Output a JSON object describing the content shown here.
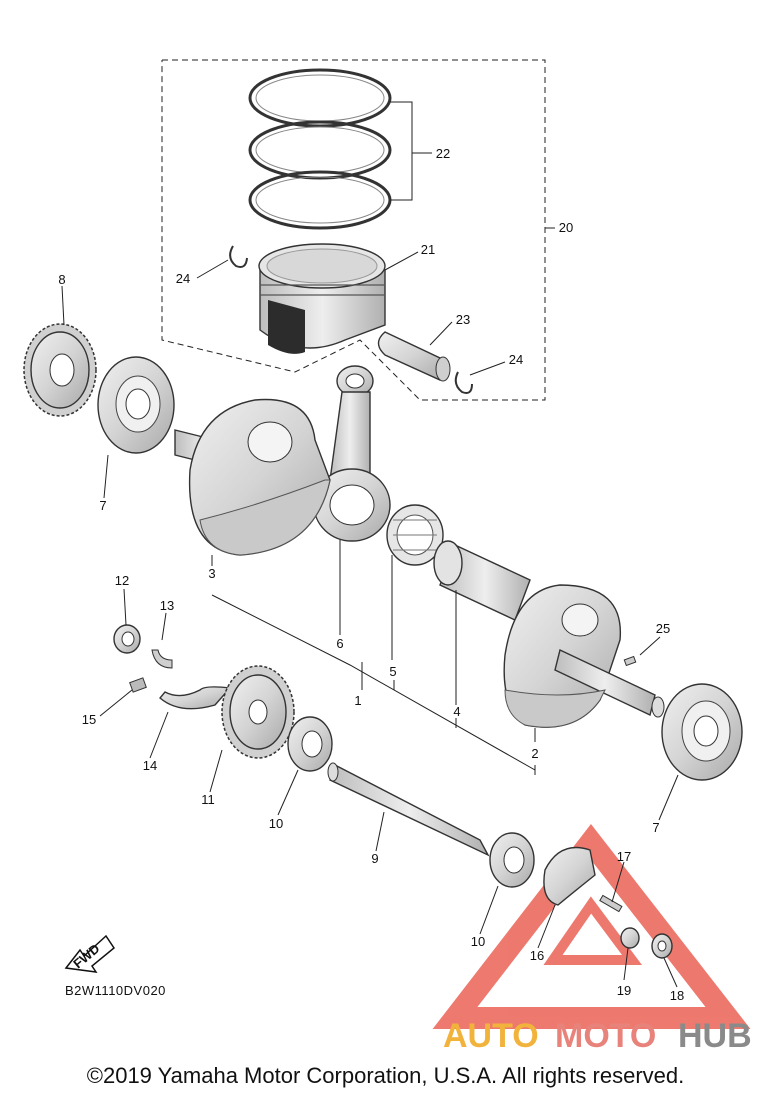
{
  "diagram_code": "B2W1110DV020",
  "fwd_badge": "FWD",
  "copyright": "©2019 Yamaha Motor Corporation, U.S.A. All rights reserved.",
  "watermark": {
    "auto": "AUTO",
    "moto": "MOTO",
    "hub": "HUB"
  },
  "colors": {
    "auto": "#f2b33d",
    "moto": "#e8837c",
    "hub": "#8a8a8a",
    "triangle": "#e84c3d",
    "part_fill": "#d9d9d9",
    "part_shade": "#bdbdbd"
  },
  "callouts": [
    {
      "id": "c1",
      "text": "1"
    },
    {
      "id": "c2",
      "text": "2"
    },
    {
      "id": "c3",
      "text": "3"
    },
    {
      "id": "c4",
      "text": "4"
    },
    {
      "id": "c5",
      "text": "5"
    },
    {
      "id": "c6",
      "text": "6"
    },
    {
      "id": "c7a",
      "text": "7"
    },
    {
      "id": "c7b",
      "text": "7"
    },
    {
      "id": "c8",
      "text": "8"
    },
    {
      "id": "c9",
      "text": "9"
    },
    {
      "id": "c10a",
      "text": "10"
    },
    {
      "id": "c10b",
      "text": "10"
    },
    {
      "id": "c11",
      "text": "11"
    },
    {
      "id": "c12",
      "text": "12"
    },
    {
      "id": "c13",
      "text": "13"
    },
    {
      "id": "c14",
      "text": "14"
    },
    {
      "id": "c15",
      "text": "15"
    },
    {
      "id": "c16",
      "text": "16"
    },
    {
      "id": "c17",
      "text": "17"
    },
    {
      "id": "c18",
      "text": "18"
    },
    {
      "id": "c19",
      "text": "19"
    },
    {
      "id": "c20",
      "text": "20"
    },
    {
      "id": "c21",
      "text": "21"
    },
    {
      "id": "c22",
      "text": "22"
    },
    {
      "id": "c23",
      "text": "23"
    },
    {
      "id": "c24a",
      "text": "24"
    },
    {
      "id": "c24b",
      "text": "24"
    },
    {
      "id": "c25",
      "text": "25"
    }
  ]
}
